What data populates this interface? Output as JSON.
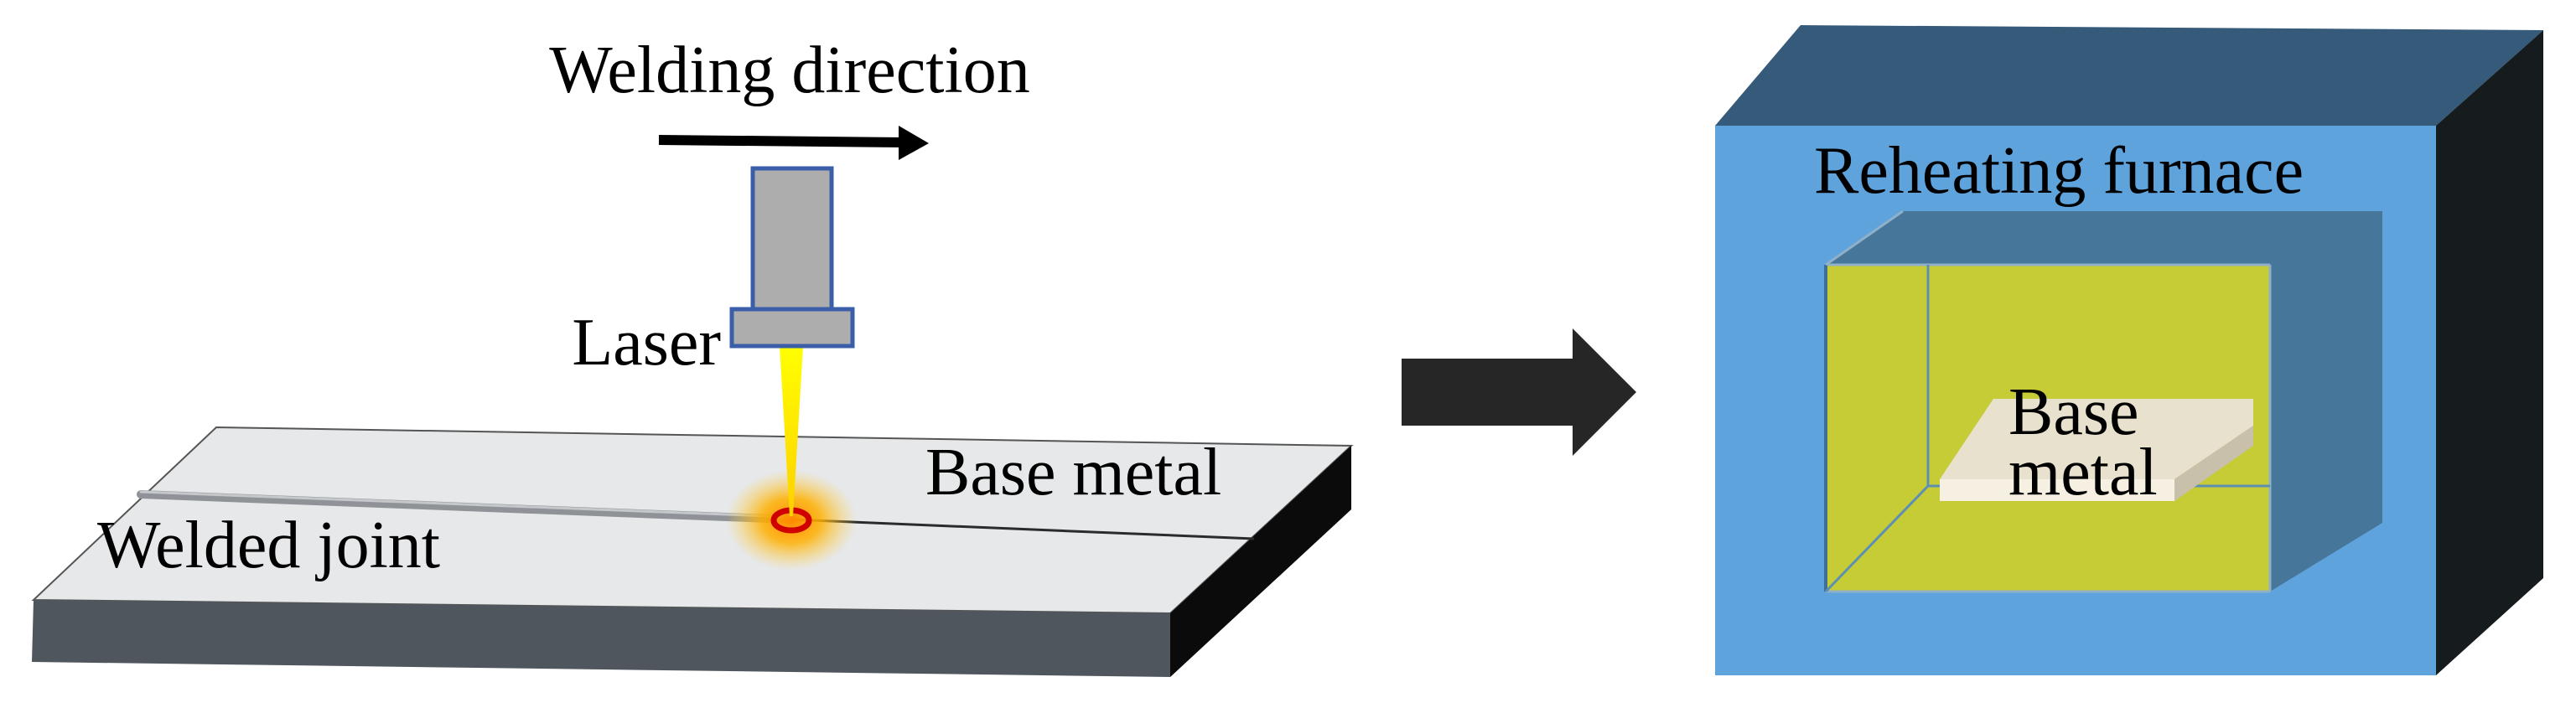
{
  "diagram": {
    "welding_direction_label": "Welding direction",
    "laser_label": "Laser",
    "base_metal_label": "Base metal",
    "welded_joint_label": "Welded joint",
    "furnace_label": "Reheating furnace",
    "furnace_base_metal_line1": "Base",
    "furnace_base_metal_line2": "metal"
  },
  "colors": {
    "plate_top": "#e6e8ea",
    "plate_front": "#4f565e",
    "plate_side": "#0b0b0b",
    "laser_body": "#adadad",
    "laser_border": "#3a5ea8",
    "beam": "#ffff00",
    "weld_spot": "#d10000",
    "process_arrow": "#262626",
    "furnace_front": "#5fa3dc",
    "furnace_top": "#365a7a",
    "furnace_side": "#161b1e",
    "furnace_inner_wall": "#46769a",
    "furnace_inner_back": "#c5cc35",
    "sample": "#e8e1cd"
  }
}
